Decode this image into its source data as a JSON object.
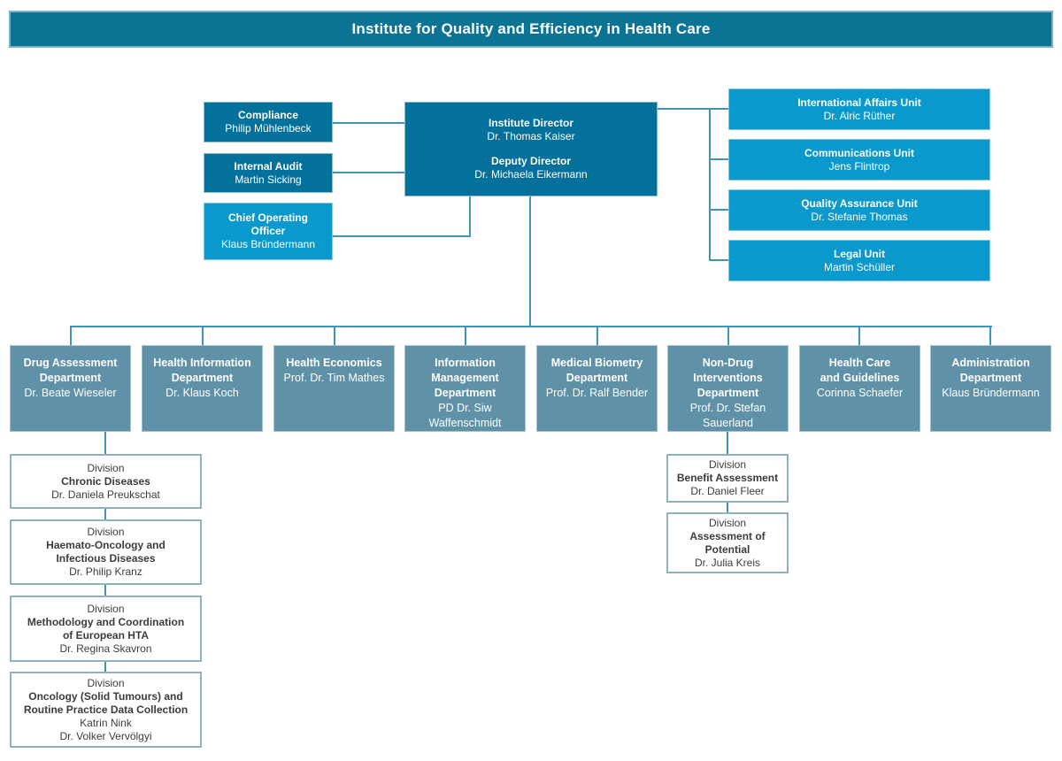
{
  "header": {
    "title": "Institute for Quality and Efficiency in Health Care"
  },
  "colors": {
    "banner_bg": "#0b7394",
    "dark_box_bg": "#03719c",
    "cyan_box_bg": "#0999cc",
    "slate_box_bg": "#5f92a8",
    "division_border": "#8db3c2",
    "division_text": "#3c3c3b",
    "connector": "#3f94bc",
    "box_text": "#ffffff"
  },
  "directorate": {
    "role1": "Institute Director",
    "person1": "Dr. Thomas Kaiser",
    "role2": "Deputy Director",
    "person2": "Dr. Michaela Eikermann"
  },
  "staff_left": [
    {
      "title": "Compliance",
      "person": "Philip Mühlenbeck"
    },
    {
      "title": "Internal Audit",
      "person": "Martin Sicking"
    },
    {
      "title": "Chief Operating\nOfficer",
      "person": "Klaus Bründermann"
    }
  ],
  "units_right": [
    {
      "title": "International Affairs Unit",
      "person": "Dr. Alric Rüther"
    },
    {
      "title": "Communications Unit",
      "person": "Jens Flintrop"
    },
    {
      "title": "Quality Assurance Unit",
      "person": "Dr. Stefanie Thomas"
    },
    {
      "title": "Legal Unit",
      "person": "Martin Schüller"
    }
  ],
  "departments": [
    {
      "title": "Drug Assessment\nDepartment",
      "person": "Dr. Beate Wieseler"
    },
    {
      "title": "Health Information\nDepartment",
      "person": "Dr. Klaus Koch"
    },
    {
      "title": "Health Economics",
      "person": "Prof. Dr. Tim Mathes"
    },
    {
      "title": "Information\nManagement\nDepartment",
      "person": "PD Dr. Siw\nWaffenschmidt"
    },
    {
      "title": "Medical Biometry\nDepartment",
      "person": "Prof. Dr. Ralf Bender"
    },
    {
      "title": "Non-Drug\nInterventions\nDepartment",
      "person": "Prof. Dr. Stefan\nSauerland"
    },
    {
      "title": "Health Care\nand Guidelines",
      "person": "Corinna Schaefer"
    },
    {
      "title": "Administration\nDepartment",
      "person": "Klaus Bründermann"
    }
  ],
  "divisions_drug_assessment": [
    {
      "label": "Division",
      "title": "Chronic Diseases",
      "person": "Dr. Daniela Preukschat"
    },
    {
      "label": "Division",
      "title": "Haemato-Oncology and\nInfectious Diseases",
      "person": "Dr. Philip Kranz"
    },
    {
      "label": "Division",
      "title": "Methodology and Coordination\nof European HTA",
      "person": "Dr. Regina Skavron"
    },
    {
      "label": "Division",
      "title": "Oncology (Solid Tumours) and\nRoutine Practice Data Collection",
      "person": "Katrin Nink",
      "person2": "Dr. Volker Vervölgyi"
    }
  ],
  "divisions_non_drug": [
    {
      "label": "Division",
      "title": "Benefit Assessment",
      "person": "Dr. Daniel Fleer"
    },
    {
      "label": "Division",
      "title": "Assessment of\nPotential",
      "person": "Dr. Julia Kreis"
    }
  ]
}
